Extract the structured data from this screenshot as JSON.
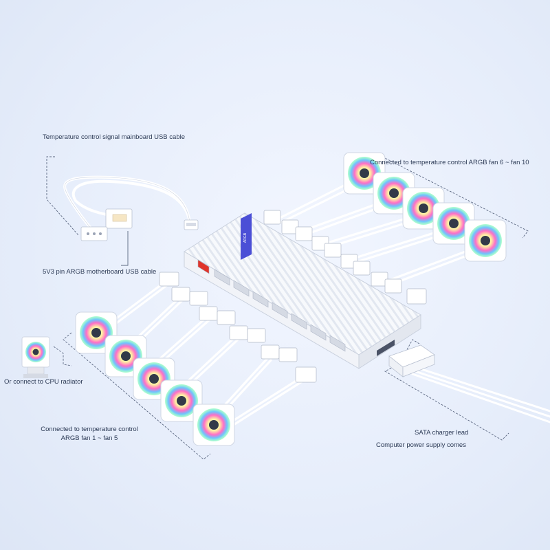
{
  "labels": {
    "usb_cable": "Temperature control signal mainboard USB cable",
    "fans_6_10": "Connected to temperature control ARGB fan 6 ~ fan 10",
    "argb_5v3": "5V3 pin ARGB motherboard USB cable",
    "cpu_radiator": "Or connect to CPU radiator",
    "fans_1_5_line1": "Connected to temperature control",
    "fans_1_5_line2": "ARGB fan 1 ~ fan 5",
    "sata_lead": "SATA charger lead",
    "power_supply": "Computer power supply comes"
  },
  "hub": {
    "badge_text": "ARGB"
  },
  "colors": {
    "background": "#e7eefb",
    "hub_body": "#ffffff",
    "badge": "#4b4fd6",
    "power_port": "#e0342a",
    "callout_line": "#5a6680"
  }
}
